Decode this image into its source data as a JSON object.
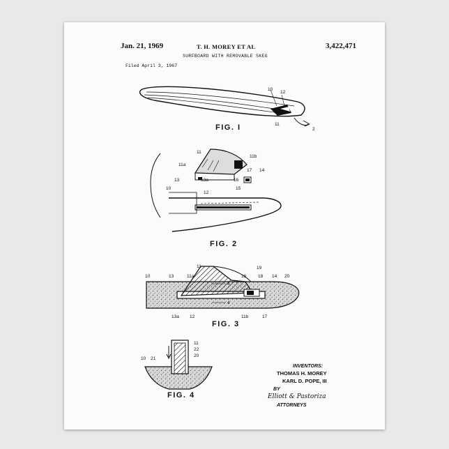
{
  "header": {
    "date": "Jan. 21, 1969",
    "inventors": "T. H. MOREY ET AL",
    "patent_number": "3,422,471",
    "title": "SURFBOARD WITH REMOVABLE SKEG",
    "filed": "Filed April 3, 1967"
  },
  "figures": {
    "fig1": "FIG. I",
    "fig2": "FIG. 2",
    "fig3": "FIG. 3",
    "fig4": "FIG. 4"
  },
  "callouts": {
    "fig1": [
      "10",
      "12",
      "11",
      "2"
    ],
    "fig2": [
      "11",
      "11a",
      "11b",
      "13",
      "13a",
      "16",
      "17",
      "14",
      "15",
      "12",
      "10"
    ],
    "fig3": [
      "10",
      "13",
      "11",
      "11a",
      "4",
      "16",
      "19",
      "17",
      "18",
      "14",
      "20",
      "13a",
      "12",
      "4",
      "11b"
    ],
    "fig4": [
      "11",
      "22",
      "20",
      "10",
      "21"
    ]
  },
  "signature": {
    "inventors_label": "INVENTORS:",
    "name1": "THOMAS H. MOREY",
    "name2": "KARL D. POPE, III",
    "by": "BY",
    "firm": "Elliott & Pastoriza",
    "attorneys": "ATTORNEYS"
  }
}
